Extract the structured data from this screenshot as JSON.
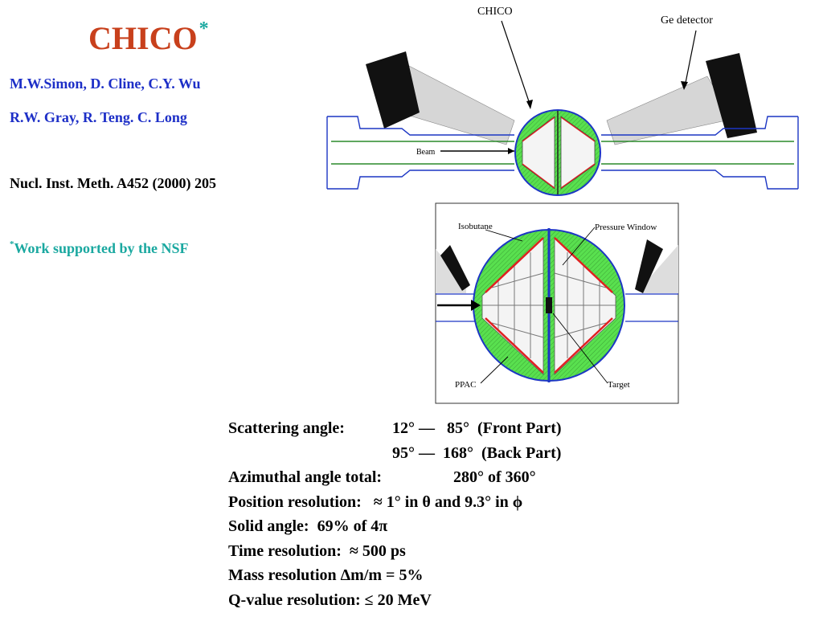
{
  "title": {
    "text": "CHICO",
    "asterisk": "*"
  },
  "authors": [
    "M.W.Simon, D. Cline, C.Y. Wu",
    "R.W. Gray, R. Teng. C. Long"
  ],
  "reference": "Nucl. Inst. Meth. A452 (2000) 205",
  "funding": {
    "mark": "*",
    "text": "Work supported by the NSF"
  },
  "diagram_top": {
    "label_chico": "CHICO",
    "label_ge": "Ge detector",
    "label_beam": "Beam"
  },
  "diagram_zoom": {
    "isobutane": "Isobutane",
    "pressure_window": "Pressure Window",
    "ppac": "PPAC",
    "target": "Target"
  },
  "specs": {
    "scattering_label": "Scattering angle:",
    "scattering_front": "12° —   85°  (Front Part)",
    "scattering_back": "95° —  168°  (Back Part)",
    "azimuthal_label": "Azimuthal angle total:",
    "azimuthal_value": "280° of 360°",
    "position": "Position resolution:   ≈ 1° in θ and 9.3° in ϕ",
    "solid_angle": "Solid angle:  69% of 4π",
    "time": "Time resolution:  ≈ 500 ps",
    "mass": "Mass resolution Δm/m = 5%",
    "qvalue": "Q-value resolution: ≤ 20 MeV"
  },
  "colors": {
    "title": "#c8401c",
    "authors": "#1d2fc7",
    "accent": "#1aa8a0",
    "gas": "#59e04f",
    "frame": "#1c36c4",
    "ppac": "#e02020"
  }
}
